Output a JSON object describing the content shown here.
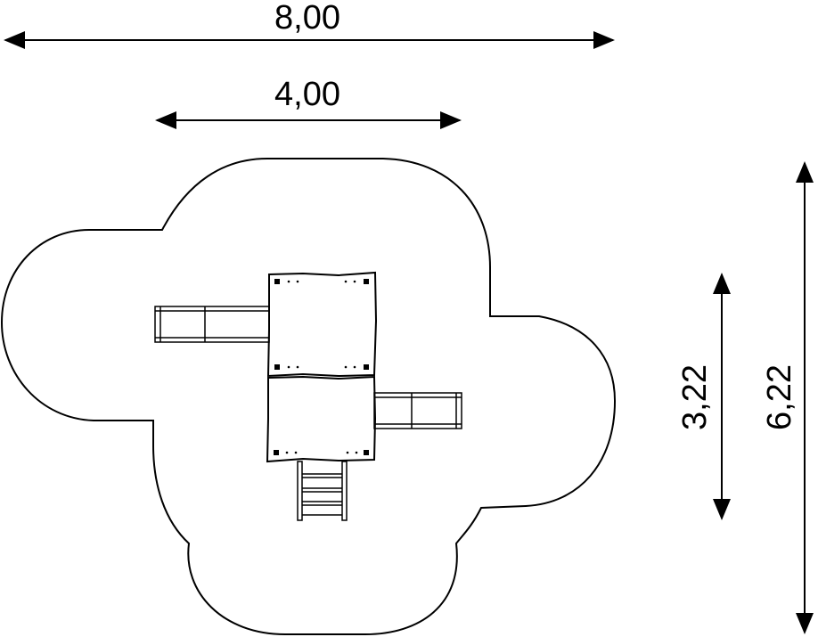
{
  "dimensions": {
    "overall_width": "8,00",
    "structure_width": "4,00",
    "structure_depth": "3,22",
    "overall_depth": "6,22"
  }
}
